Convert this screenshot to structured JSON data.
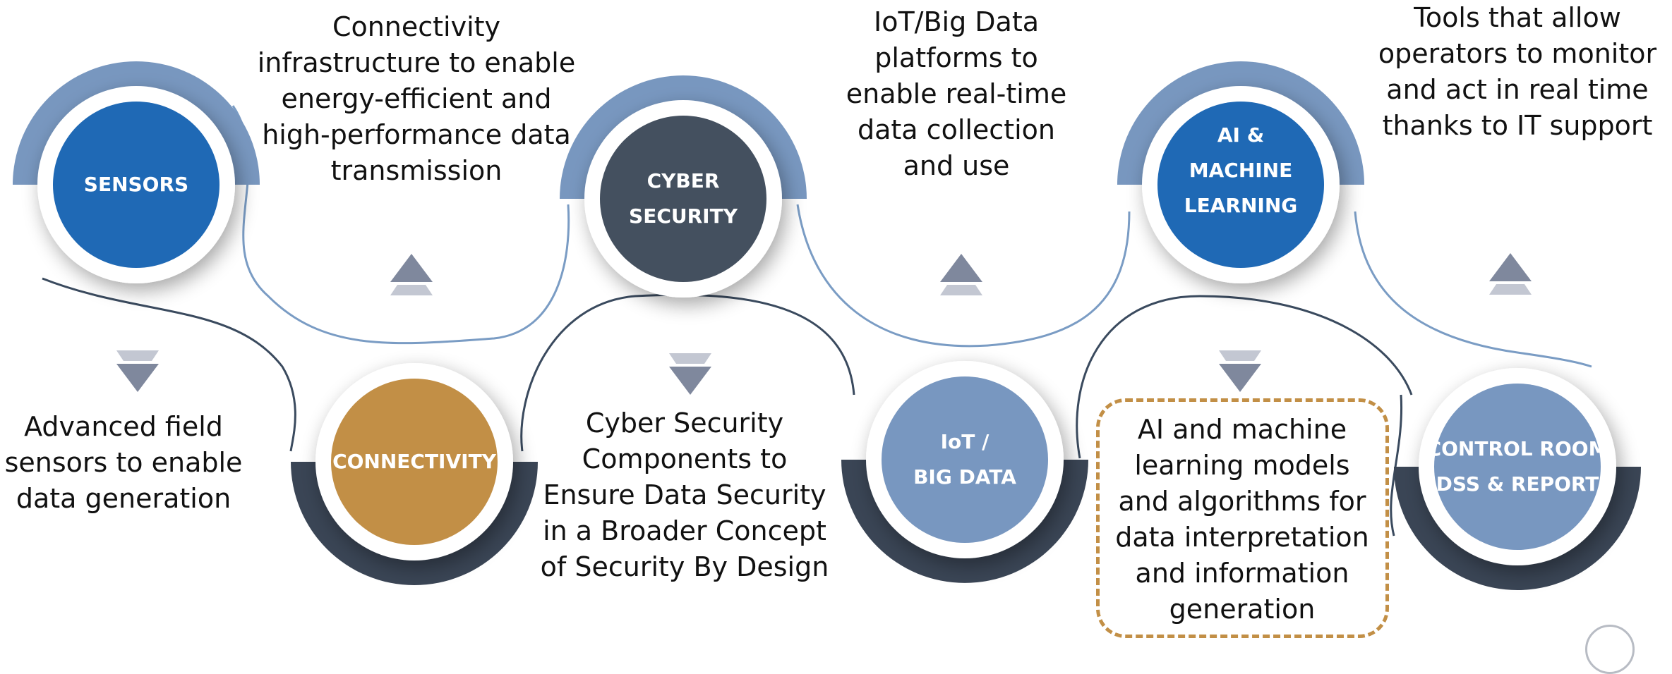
{
  "nodes": [
    {
      "id": "sensors",
      "label": "SENSORS",
      "fill": "#1f69b5",
      "ring": "#7897bf",
      "ring_position": "top"
    },
    {
      "id": "connectivity",
      "label": "CONNECTIVITY",
      "fill": "#c28f46",
      "ring": "#3a4555",
      "ring_position": "bottom"
    },
    {
      "id": "cyber-security",
      "label": "CYBER\nSECURITY",
      "fill": "#44505f",
      "ring": "#7897bf",
      "ring_position": "top"
    },
    {
      "id": "iot-big-data",
      "label": "IoT /\nBIG DATA",
      "fill": "#7897c0",
      "ring": "#3a4555",
      "ring_position": "bottom"
    },
    {
      "id": "ai-machine-learning",
      "label": "AI &\nMACHINE\nLEARNING",
      "fill": "#1f69b5",
      "ring": "#7897bf",
      "ring_position": "top"
    },
    {
      "id": "control-room",
      "label": "CONTROL ROOM\nDSS & REPORT",
      "fill": "#7897c0",
      "ring": "#3a4555",
      "ring_position": "bottom"
    }
  ],
  "descriptions": {
    "sensors": "Advanced field\nsensors to enable\ndata generation",
    "connectivity": "Connectivity\ninfrastructure to enable\nenergy-efficient and\nhigh-performance data\ntransmission",
    "cyber_security": "Cyber Security\nComponents to\nEnsure Data Security\nin a Broader Concept\nof Security By Design",
    "iot_big_data": "IoT/Big Data\nplatforms to\nenable real-time\ndata collection\nand use",
    "ai_machine_learning": "AI and machine\nlearning models\nand algorithms for\ndata interpretation\nand information\ngeneration",
    "control_room": "Tools that allow\noperators to monitor\nand act in real time\nthanks to IT support"
  },
  "arrows": [
    {
      "id": "sensors",
      "direction": "down"
    },
    {
      "id": "connectivity",
      "direction": "up"
    },
    {
      "id": "cyber-security",
      "direction": "down"
    },
    {
      "id": "iot-big-data",
      "direction": "up"
    },
    {
      "id": "ai-machine-learning",
      "direction": "down"
    },
    {
      "id": "control-room",
      "direction": "up"
    }
  ],
  "colors": {
    "arrow_light": "#c3c7d2",
    "arrow_dark": "#7f889d",
    "wave_light": "#7a9cc4",
    "wave_dark": "#3a4a5e",
    "callout_border": "#c28f46"
  }
}
